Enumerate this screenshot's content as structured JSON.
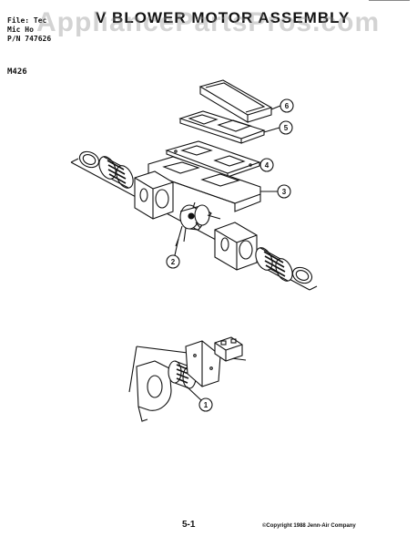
{
  "header": {
    "line1": "File: Tec",
    "line2": "Mic  Ho",
    "line3": "P/N 747626",
    "title": "V  BLOWER MOTOR ASSEMBLY"
  },
  "model": "M426",
  "watermark": "AppliancePartsPros.com",
  "callouts": [
    "6",
    "5",
    "4",
    "3",
    "2",
    "1"
  ],
  "footer": {
    "page_number": "5-1",
    "copyright": "©Copyright 1988 Jenn-Air Company"
  }
}
